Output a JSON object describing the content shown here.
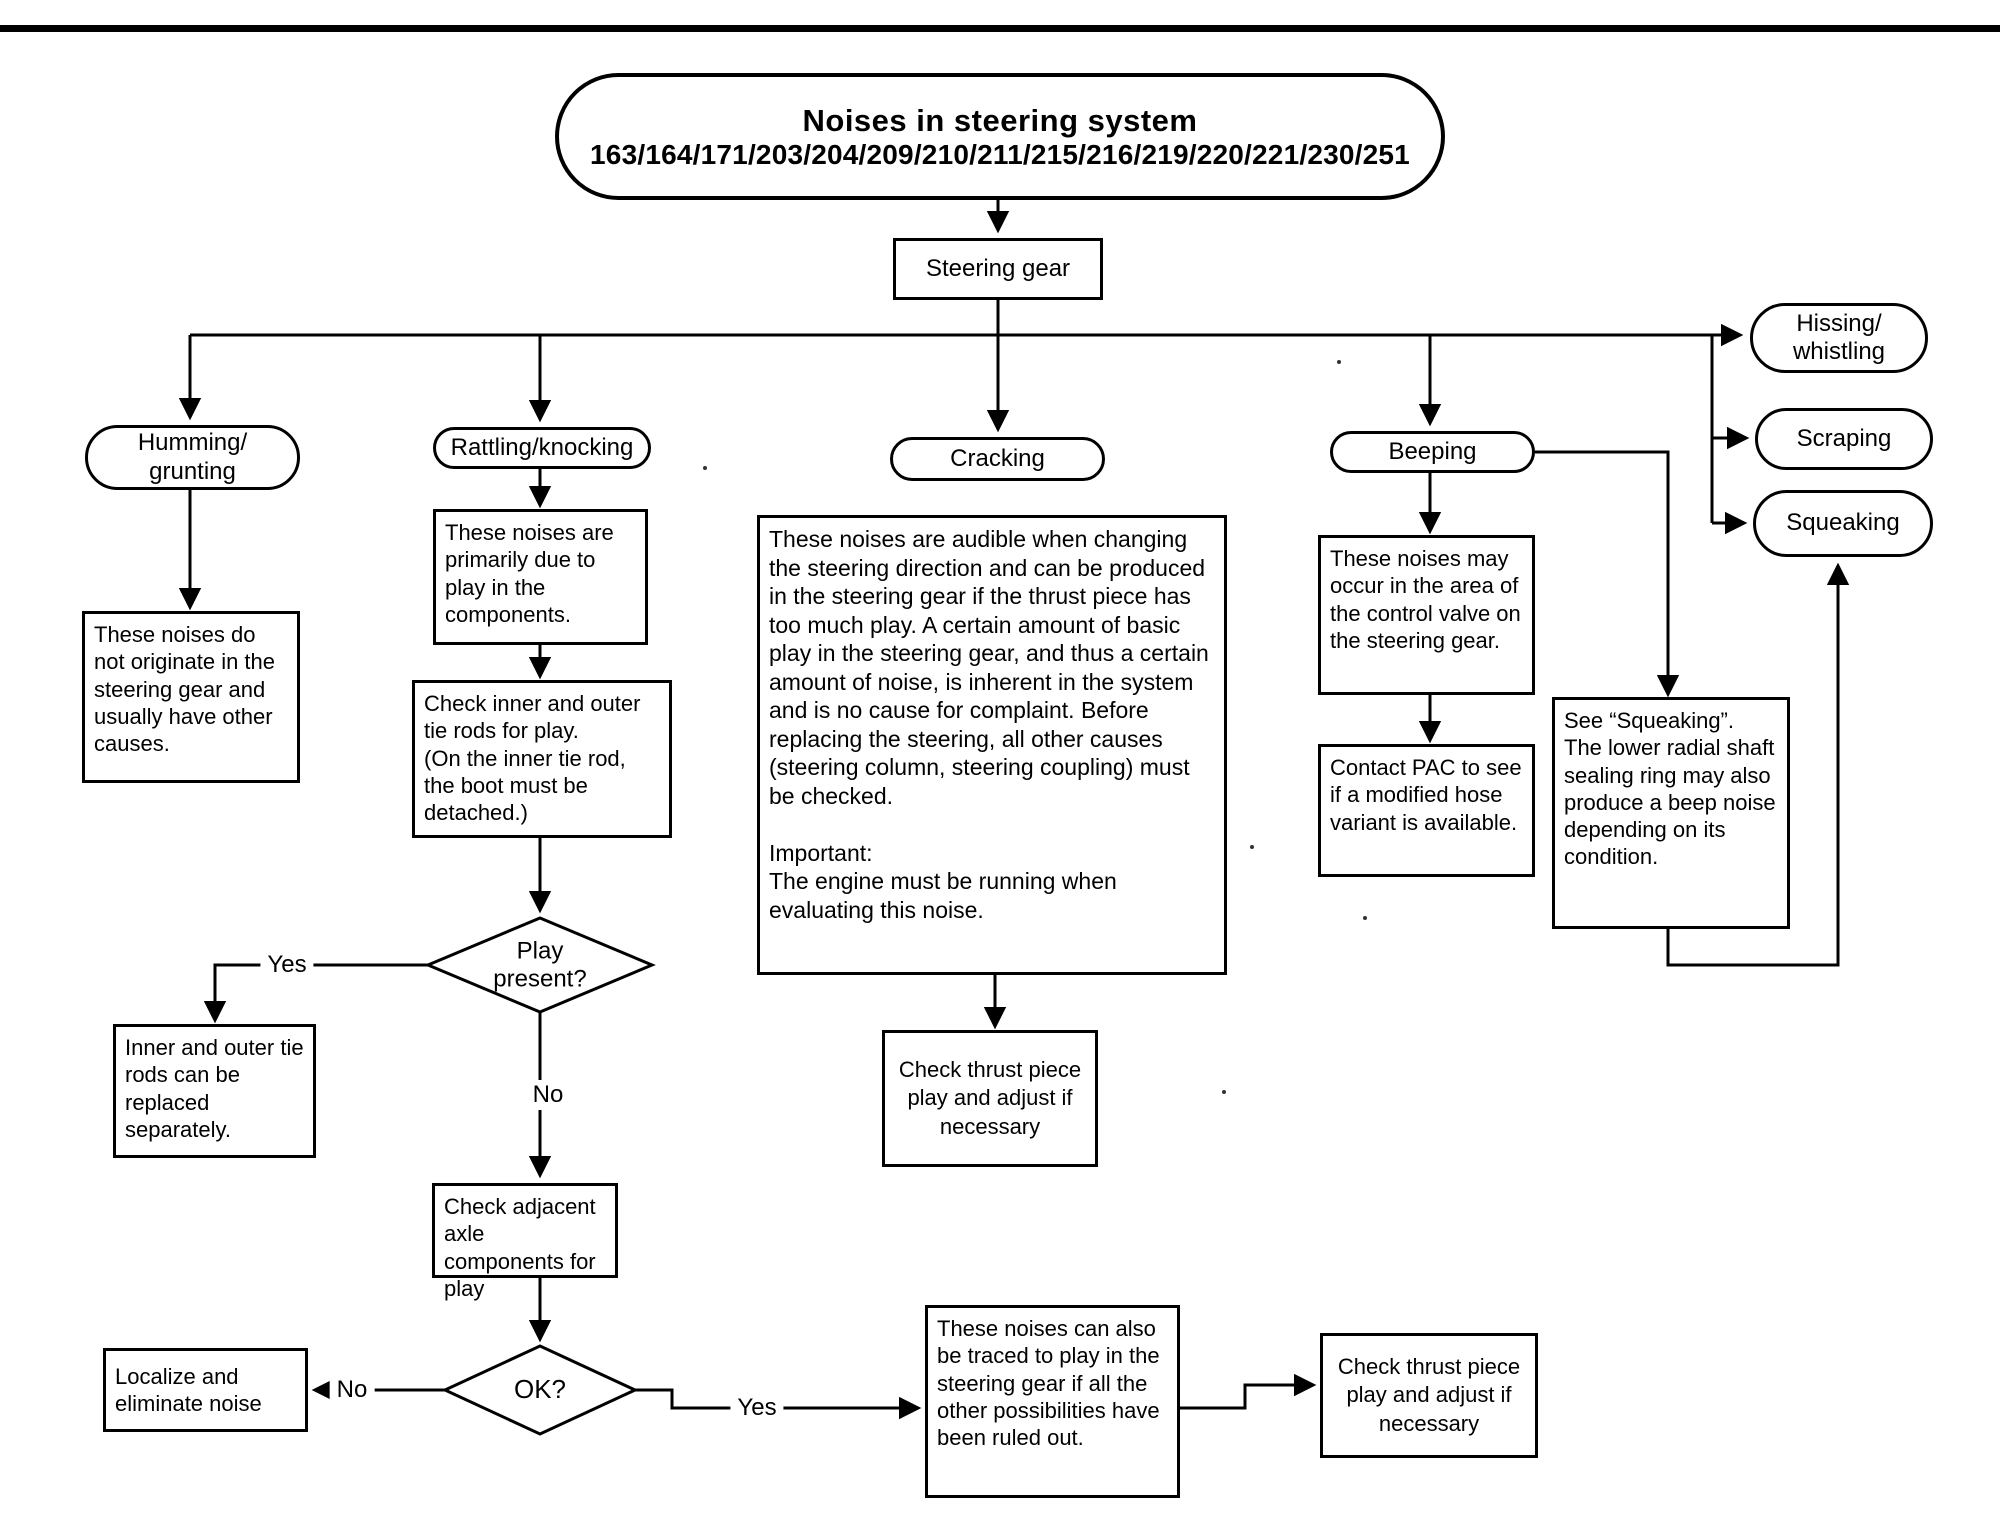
{
  "colors": {
    "background": "#ffffff",
    "ink": "#000000"
  },
  "title": {
    "line1": "Noises in steering system",
    "line2": "163/164/171/203/204/209/210/211/215/216/219/220/221/230/251"
  },
  "nodes": {
    "steering_gear": "Steering gear",
    "humming": "Humming/\ngrunting",
    "rattling": "Rattling/knocking",
    "cracking": "Cracking",
    "beeping": "Beeping",
    "hissing": "Hissing/\nwhistling",
    "scraping": "Scraping",
    "squeaking": "Squeaking",
    "humming_desc": "These noises do not originate in the steering gear and usually have other causes.",
    "rattling_desc": "These noises are primarily due to play in the components.",
    "tie_rod_check": "Check inner and outer tie rods for play.\n(On the inner tie rod, the boot must be detached.)",
    "play_present": "Play\npresent?",
    "tie_rod_replace": "Inner and outer tie rods can be replaced separately.",
    "check_adjacent": "Check adjacent axle components for play",
    "ok": "OK?",
    "localize": "Localize and eliminate noise",
    "ruled_out": "These noises can also be traced to play in the steering gear if all the other possibilities have been ruled out.",
    "thrust_check_bottom": "Check thrust piece play and adjust if necessary",
    "cracking_desc": "These noises are audible when changing the steering direction and can be produced in the steering gear if the thrust piece has too much play. A certain amount of basic play in the steering gear, and thus a certain amount of noise, is inherent in the system and is no cause for complaint. Before replacing the steering, all other causes (steering column, steering coupling) must be checked.\n\nImportant:\nThe engine must be running when evaluating this noise.",
    "thrust_check_mid": "Check thrust piece play and adjust if necessary",
    "beeping_desc": "These noises may occur in the area of the control valve on the steering gear.",
    "pac": "Contact PAC to see if a modified hose variant is available.",
    "squeaking_note": "See “Squeaking”.\nThe lower radial shaft sealing ring may also produce a beep noise depending on its condition."
  },
  "edges": {
    "play_yes": "Yes",
    "play_no": "No",
    "ok_no": "No",
    "ok_yes": "Yes"
  }
}
